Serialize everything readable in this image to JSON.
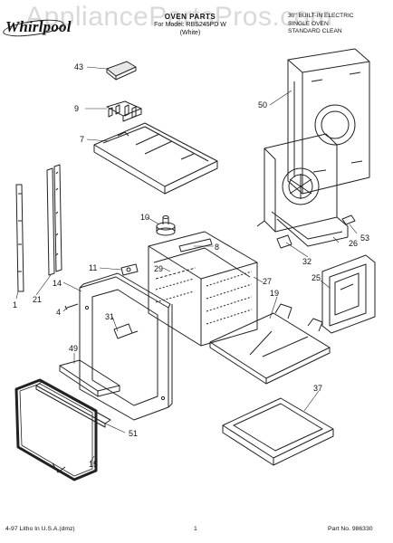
{
  "header": {
    "brand": "Whirlpool",
    "watermark": "AppliancePartsPros.com",
    "title_lines": [
      "OVEN PARTS",
      "For Model: RBS245PD W",
      "(White)"
    ],
    "subtitle_lines": [
      "30\" BUILT-IN ELECTRIC",
      "SINGLE OVEN",
      "STANDARD CLEAN"
    ]
  },
  "footer": {
    "left": "4-97 Litho In U.S.A.(dmz)",
    "center": "1",
    "right": "Part No. 986330"
  },
  "callouts": [
    "1",
    "4",
    "7",
    "8",
    "9",
    "10",
    "11",
    "14",
    "15",
    "19",
    "21",
    "25",
    "26",
    "27",
    "29",
    "31",
    "32",
    "37",
    "43",
    "49",
    "50",
    "51",
    "53"
  ]
}
